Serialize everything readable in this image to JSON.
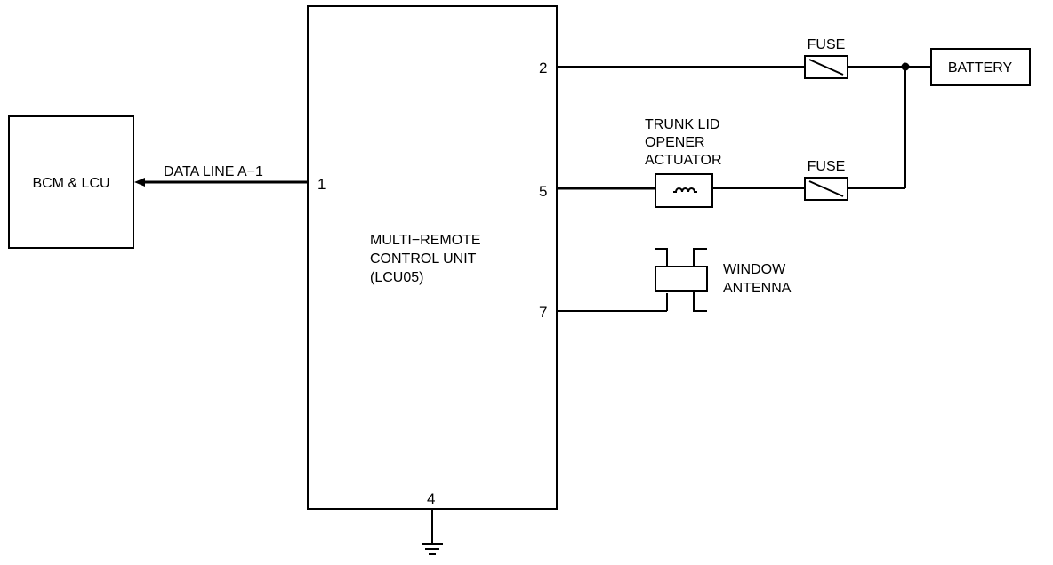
{
  "components": {
    "bcm": {
      "label": "BCM & LCU"
    },
    "control_unit": {
      "lines": [
        "MULTI−REMOTE",
        "CONTROL UNIT",
        "(LCU05)"
      ]
    },
    "battery": {
      "label": "BATTERY"
    },
    "fuse_top": {
      "label": "FUSE"
    },
    "fuse_bottom": {
      "label": "FUSE"
    },
    "actuator": {
      "lines": [
        "TRUNK LID",
        "OPENER",
        "ACTUATOR"
      ]
    },
    "antenna": {
      "lines": [
        "WINDOW",
        "ANTENNA"
      ]
    }
  },
  "wires": {
    "data_line": {
      "label": "DATA LINE A−1"
    }
  },
  "pins": {
    "p1": "1",
    "p2": "2",
    "p4": "4",
    "p5": "5",
    "p7": "7"
  }
}
